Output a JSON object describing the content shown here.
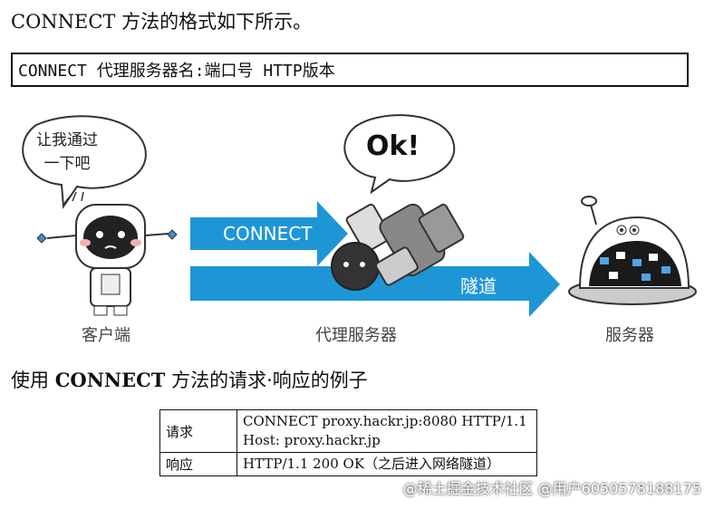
{
  "intro": "CONNECT 方法的格式如下所示。",
  "syntax": "CONNECT 代理服务器名:端口号 HTTP版本",
  "diagram": {
    "speech_bubble_line1": "让我通过",
    "speech_bubble_line2": "一下吧",
    "ok_bubble": "Ok!",
    "arrow_connect": "CONNECT",
    "arrow_tunnel": "隧道",
    "client_label": "客户端",
    "proxy_label": "代理服务器",
    "server_label": "服务器",
    "colors": {
      "arrow": "#1e96d6",
      "robot_body": "#ffffff",
      "outline": "#333333"
    }
  },
  "example": {
    "title_prefix": "使用",
    "title_bold": "CONNECT",
    "title_suffix": "方法的请求·响应的例子",
    "rows": [
      {
        "key": "请求",
        "line1": "CONNECT proxy.hackr.jp:8080 HTTP/1.1",
        "line2": "Host: proxy.hackr.jp"
      },
      {
        "key": "响应",
        "line1": "HTTP/1.1 200 OK（之后进入网络隧道）",
        "line2": ""
      }
    ]
  },
  "watermark": "@稀土掘金技术社区 @用户6050578188175"
}
